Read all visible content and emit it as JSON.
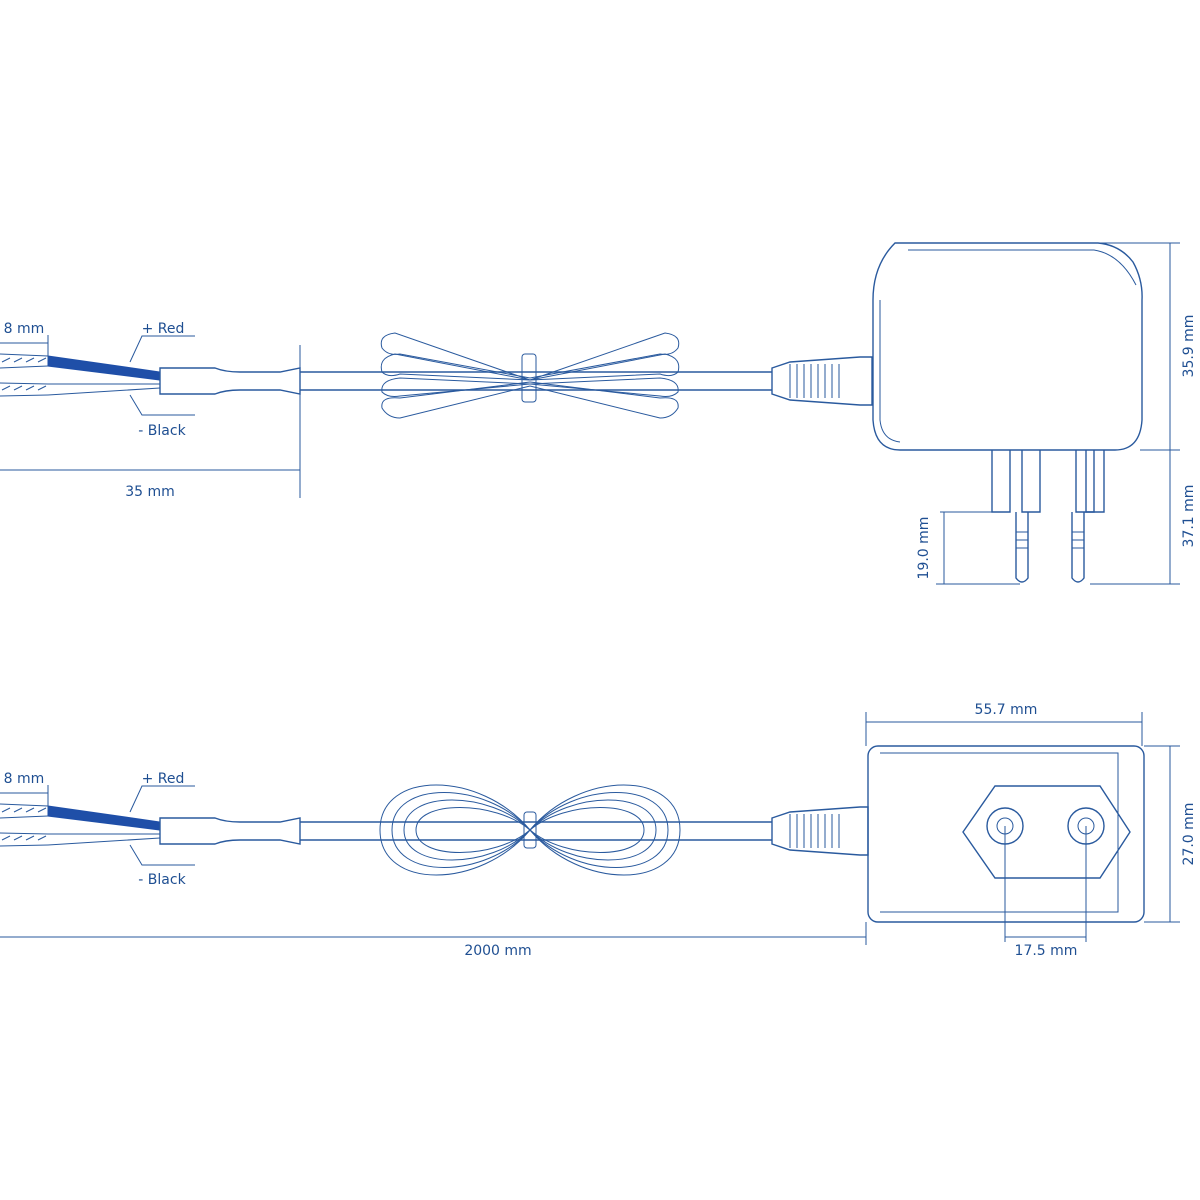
{
  "colors": {
    "line": "#2a5a9e",
    "text": "#1f4f92",
    "red_wire": "#1f4fa8"
  },
  "top_view": {
    "strip_length": "8 mm",
    "red_label": "+ Red",
    "black_label": "- Black",
    "lead_length": "35 mm",
    "body_height": "35.9 mm",
    "plug_height": "37.1 mm",
    "pin_length": "19.0 mm"
  },
  "bottom_view": {
    "strip_length": "8 mm",
    "red_label": "+ Red",
    "black_label": "- Black",
    "cable_length": "2000 mm",
    "body_width": "55.7 mm",
    "body_depth": "27.0 mm",
    "pin_spacing": "17.5 mm"
  }
}
